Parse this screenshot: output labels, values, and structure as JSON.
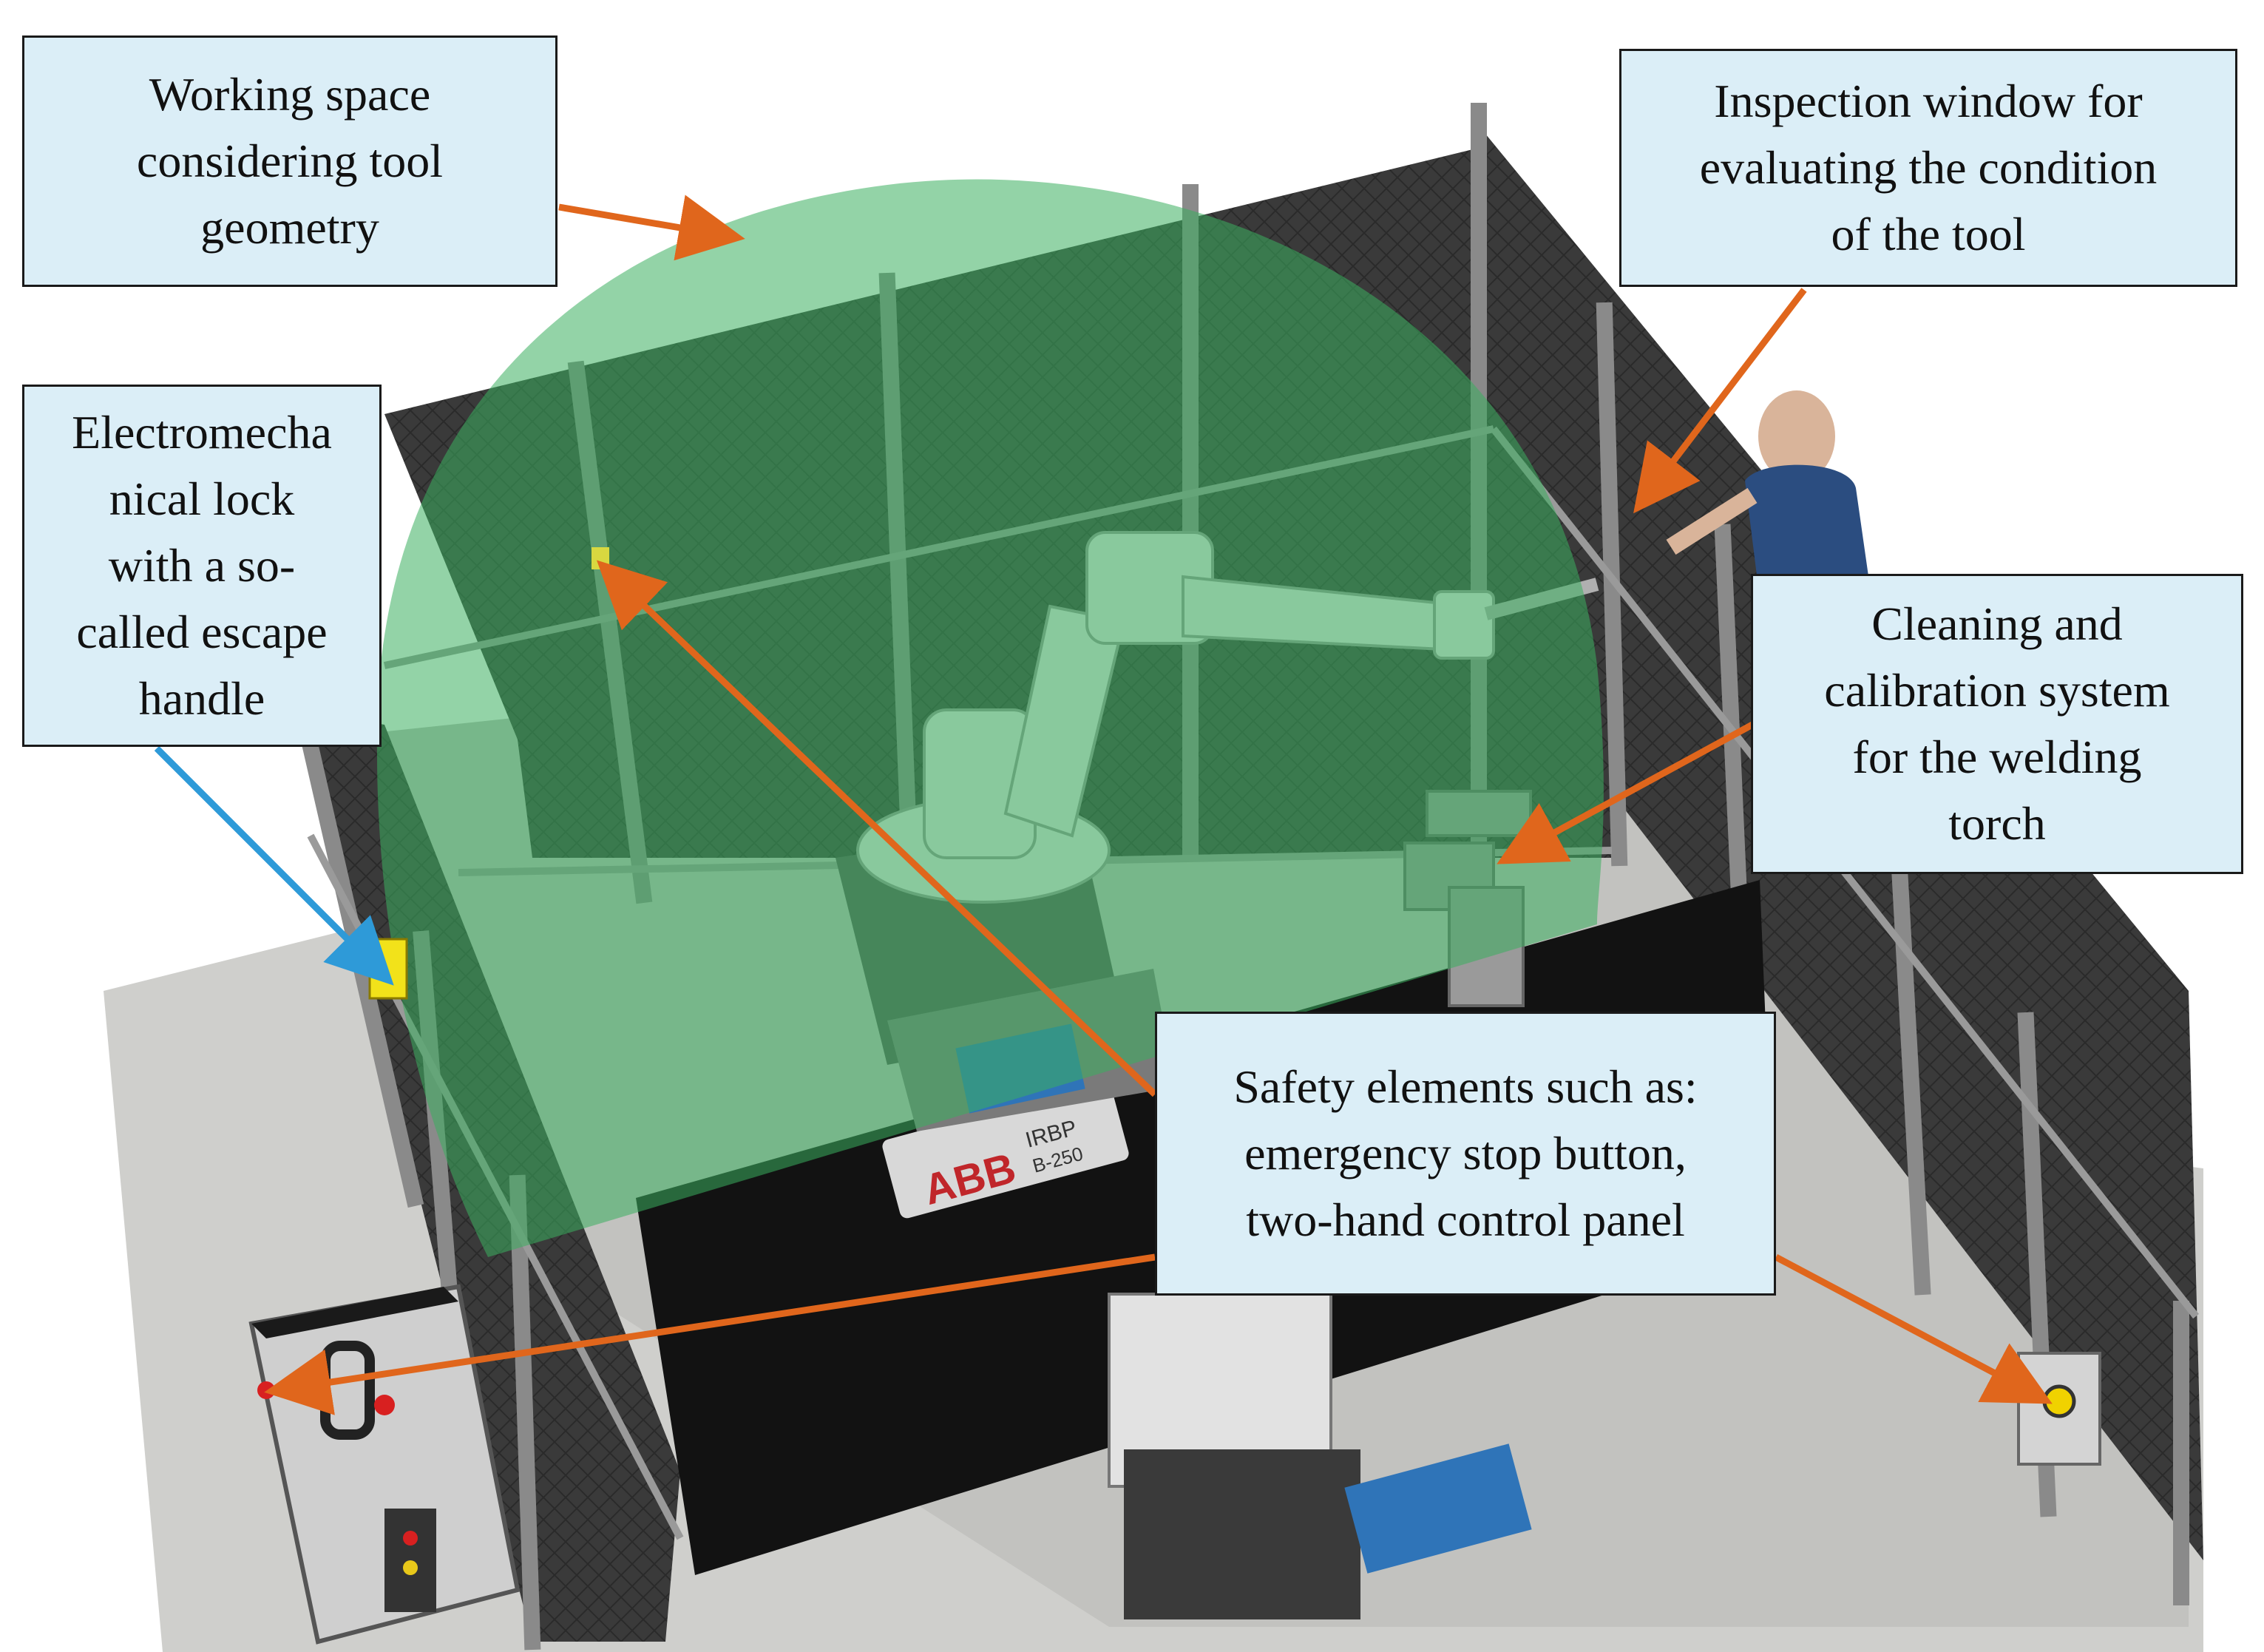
{
  "callouts": {
    "workspace": "Working space\nconsidering tool\ngeometry",
    "inspection": "Inspection window for\nevaluating the condition\nof the tool",
    "lock": "Electromecha\nnical lock\nwith a so-\ncalled escape\nhandle",
    "cleaning": "Cleaning and\ncalibration system\nfor the welding\ntorch",
    "safety": "Safety elements such as:\nemergency stop button,\ntwo-hand control panel"
  },
  "machine_labels": {
    "brand": "ABB",
    "model_line1": "IRBP",
    "model_line2": "B-250"
  },
  "colors": {
    "callout_fill": "#dbeef7",
    "arrow_orange": "#e0661c",
    "arrow_blue": "#2e9ad8",
    "workspace_green": "#3aae5e",
    "fence_dark": "#333333",
    "floor_gray": "#c9c9c6"
  }
}
